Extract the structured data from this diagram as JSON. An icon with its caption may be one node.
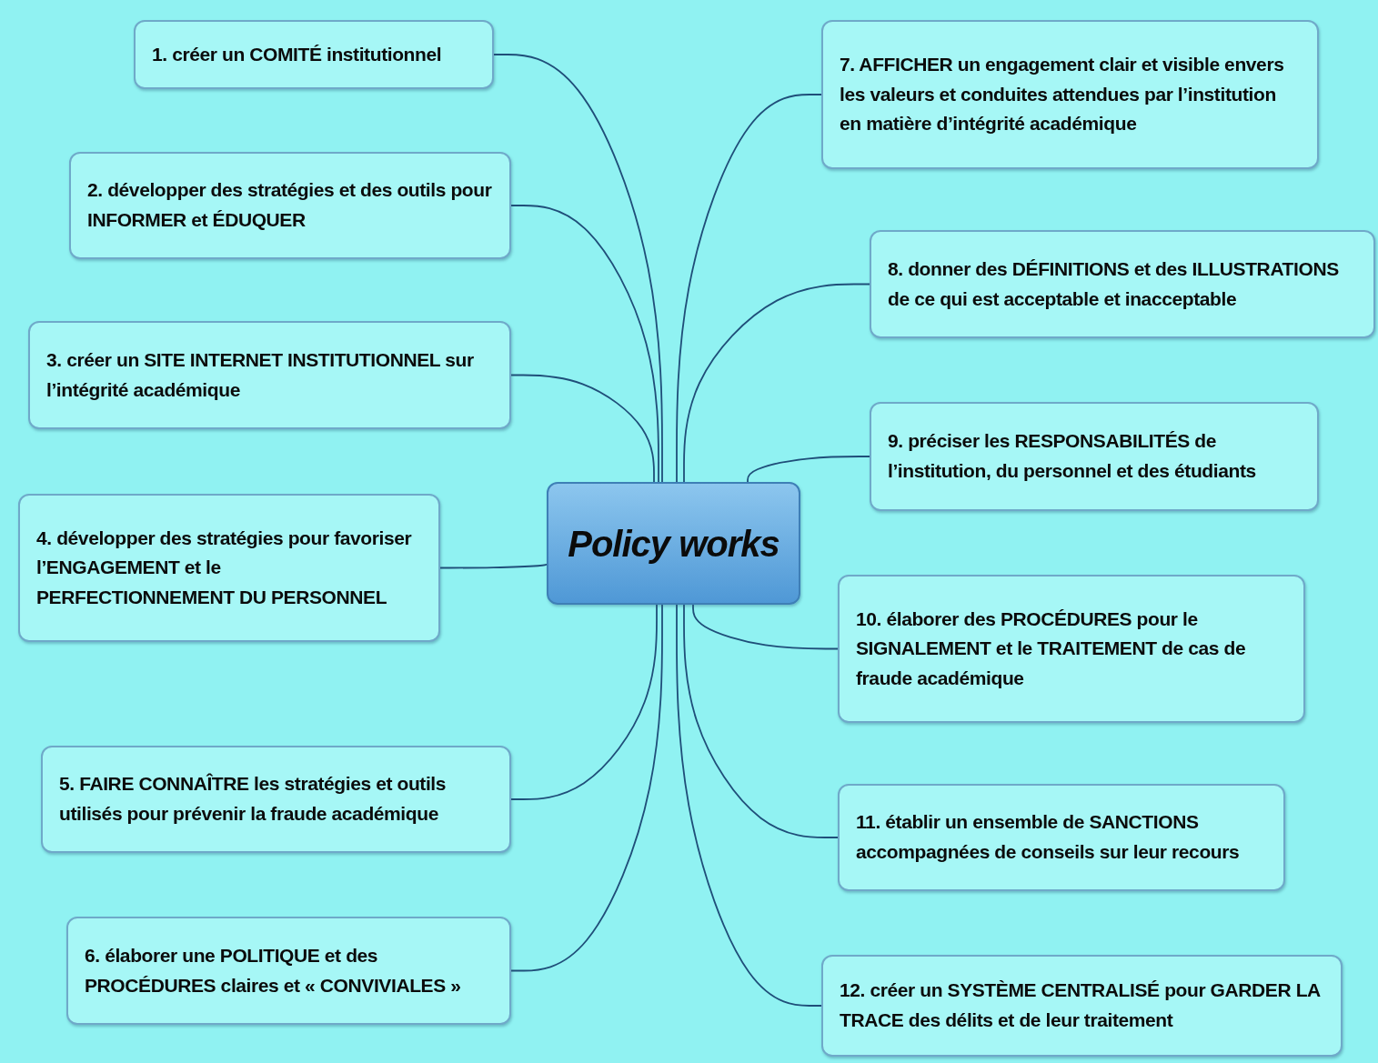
{
  "diagram": {
    "nodes": [
      {
        "text": [
          "Policy works"
        ]
      },
      {
        "text": [
          "1. créer un COMITÉ institutionnel"
        ]
      },
      {
        "text": [
          "2. développer des stratégies et des outils pour INFORMER et ÉDUQUER"
        ]
      },
      {
        "text": [
          "3. créer un SITE INTERNET INSTITUTIONNEL sur l’intégrité académique"
        ]
      },
      {
        "text": [
          "4. développer des stratégies pour favoriser l’ENGAGEMENT et le PERFECTIONNEMENT DU PERSONNEL"
        ]
      },
      {
        "text": [
          "5. FAIRE CONNAÎTRE les stratégies et outils utilisés pour prévenir la fraude académique"
        ]
      },
      {
        "text": [
          "6. élaborer une POLITIQUE et des PROCÉDURES claires et « CONVIVIALES »"
        ]
      },
      {
        "text": [
          "7. AFFICHER un engagement clair et visible envers les valeurs et conduites attendues par l’institution en matière d’intégrité académique"
        ]
      },
      {
        "text": [
          "8. donner des DÉFINITIONS et des ILLUSTRATIONS de ce qui est acceptable et inacceptable"
        ]
      },
      {
        "text": [
          "9. préciser les RESPONSABILITÉS de l’institution, du personnel et des étudiants"
        ]
      },
      {
        "text": [
          "10. élaborer des PROCÉDURES pour le SIGNALEMENT et le TRAITEMENT de cas de fraude académique"
        ]
      },
      {
        "text": [
          "11. établir un ensemble de SANCTIONS accompagnées de conseils sur leur recours"
        ]
      },
      {
        "text": [
          "12. créer un SYSTÈME CENTRALISÉ pour GARDER LA TRACE des délits et de leur traitement"
        ]
      }
    ],
    "edges": [
      {
        "from": 0,
        "to": 1,
        "arrow": "none"
      },
      {
        "from": 0,
        "to": 2,
        "arrow": "none"
      },
      {
        "from": 0,
        "to": 3,
        "arrow": "none"
      },
      {
        "from": 0,
        "to": 4,
        "arrow": "none"
      },
      {
        "from": 0,
        "to": 5,
        "arrow": "none"
      },
      {
        "from": 0,
        "to": 6,
        "arrow": "none"
      },
      {
        "from": 0,
        "to": 7,
        "arrow": "none"
      },
      {
        "from": 0,
        "to": 8,
        "arrow": "none"
      },
      {
        "from": 0,
        "to": 9,
        "arrow": "none"
      },
      {
        "from": 0,
        "to": 10,
        "arrow": "none"
      },
      {
        "from": 0,
        "to": 11,
        "arrow": "none"
      },
      {
        "from": 0,
        "to": 12,
        "arrow": "none"
      }
    ]
  }
}
